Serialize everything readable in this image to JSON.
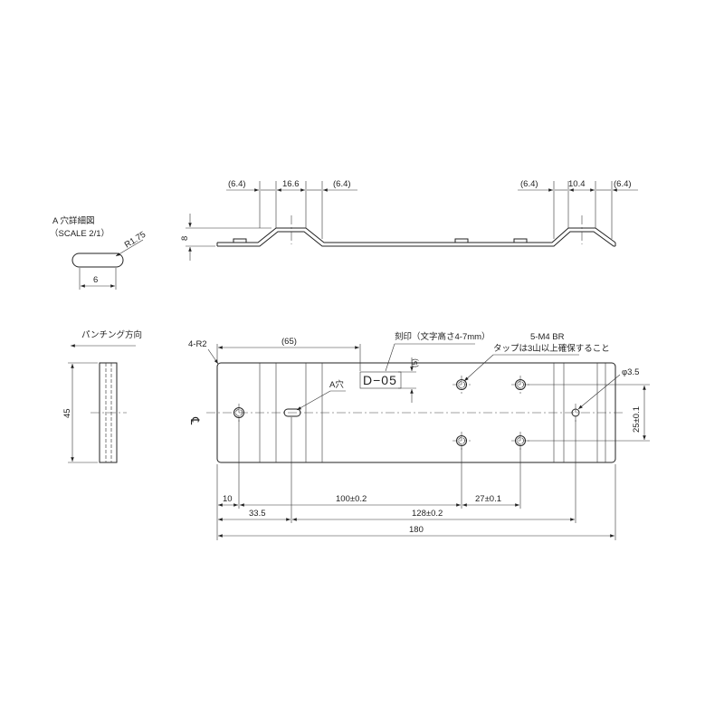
{
  "detail": {
    "title_line1": "A 穴詳細図",
    "title_line2": "（SCALE 2/1）",
    "radius": "R1.75",
    "width": "6"
  },
  "side_view": {
    "left_gap1": "(6.4)",
    "left_width": "16.6",
    "left_gap2": "(6.4)",
    "right_gap1": "(6.4)",
    "right_width": "10.4",
    "right_gap2": "(6.4)",
    "height": "8"
  },
  "punch_view": {
    "title": "パンチング方向",
    "height": "45"
  },
  "top_view": {
    "corner": "4-R2",
    "overall_ref": "(65)",
    "engrave_note": "刻印（文字高さ4-7mm）",
    "engrave_text": "D−05",
    "engrave_dim": "(5)",
    "tap_spec": "5-M4 BR",
    "tap_note": "タップは3山以上確保すること",
    "hole_label": "A穴",
    "hole_dia": "φ3.5",
    "centerline": "℄",
    "vert_dim": "25±0.1",
    "dim_10": "10",
    "dim_100": "100±0.2",
    "dim_27": "27±0.1",
    "dim_33_5": "33.5",
    "dim_128": "128±0.2",
    "dim_180": "180"
  }
}
